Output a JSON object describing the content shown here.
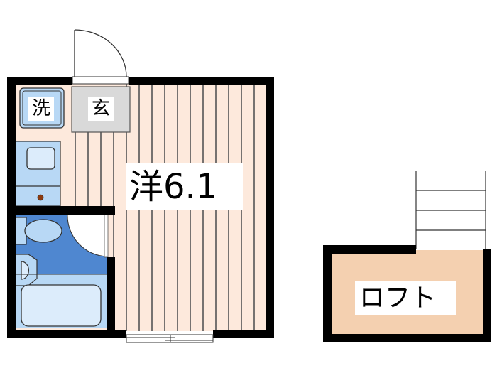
{
  "floorplan": {
    "rooms": {
      "western_room": {
        "label": "洋6.1",
        "kanji": "洋",
        "size": "6.1"
      },
      "entrance": {
        "label": "玄"
      },
      "laundry": {
        "label": "洗"
      },
      "loft": {
        "label": "ロフト"
      }
    },
    "colors": {
      "wall": "#000000",
      "floor": "#fde9dc",
      "floor_line": "#555555",
      "entrance": "#d9d9d9",
      "bath_dark": "#4f87d0",
      "bath_light": "#b8d8f5",
      "fixture": "#dcecfb",
      "loft_floor": "#f4d0b0",
      "knob": "#8b3a0f"
    }
  }
}
